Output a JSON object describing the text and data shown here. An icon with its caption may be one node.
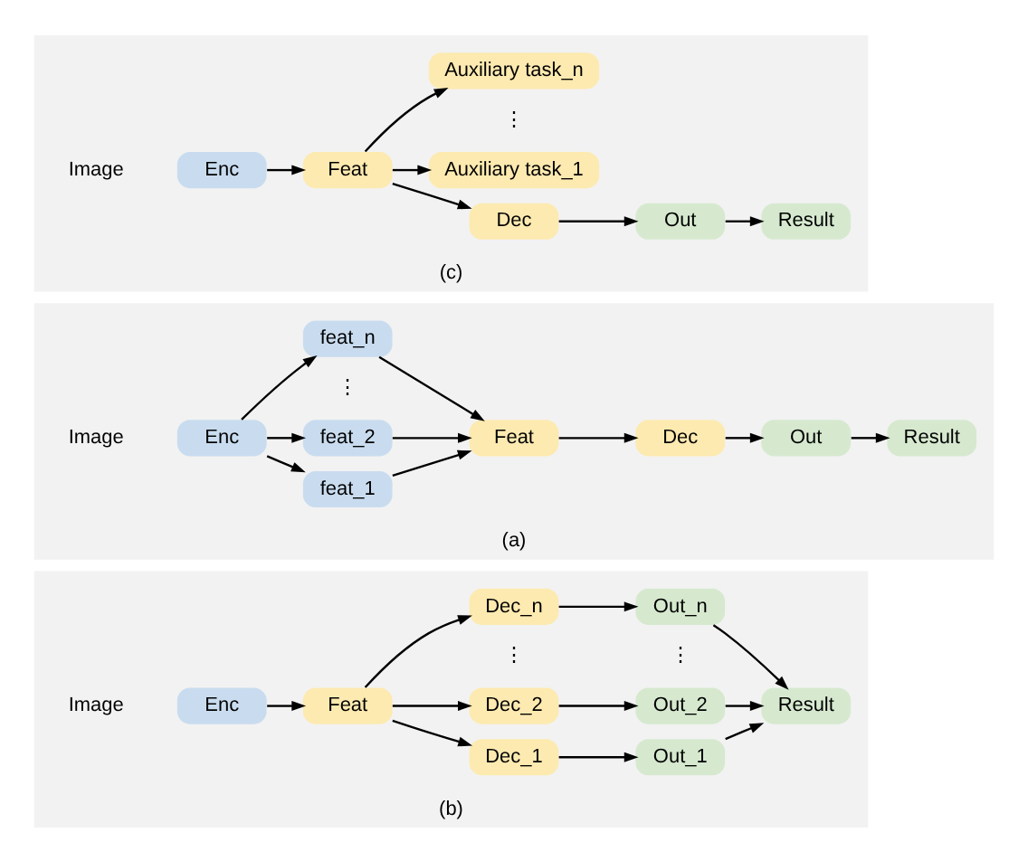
{
  "diagram": {
    "nodes": [
      {
        "text": [
          "(a)"
        ]
      },
      {
        "text": [
          "Image"
        ],
        "in": 0
      },
      {
        "text": [
          "Enc"
        ],
        "in": 0
      },
      {
        "text": [
          "feat_1"
        ],
        "in": 0
      },
      {
        "text": [
          "feat_2"
        ],
        "in": 0
      },
      {
        "text": [
          "feat_n"
        ],
        "in": 0
      },
      {
        "text": [
          "Feat"
        ],
        "in": 0
      },
      {
        "text": [
          "Dec"
        ],
        "in": 0
      },
      {
        "text": [
          "Out"
        ],
        "in": 0
      },
      {
        "text": [
          "Result"
        ],
        "in": 0
      },
      {
        "text": [
          "(b)"
        ]
      },
      {
        "text": [
          "Image"
        ],
        "in": 10
      },
      {
        "text": [
          "Enc"
        ],
        "in": 10
      },
      {
        "text": [
          "Feat"
        ],
        "in": 10
      },
      {
        "text": [
          "Dec_1"
        ],
        "in": 10
      },
      {
        "text": [
          "Dec_2"
        ],
        "in": 10
      },
      {
        "text": [
          "Dec_n"
        ],
        "in": 10
      },
      {
        "text": [
          "Out_1"
        ],
        "in": 10
      },
      {
        "text": [
          "Out_2"
        ],
        "in": 10
      },
      {
        "text": [
          "Out_n"
        ],
        "in": 10
      },
      {
        "text": [
          "Result"
        ],
        "in": 10
      },
      {
        "text": [
          "(c)"
        ]
      },
      {
        "text": [
          "Image"
        ],
        "in": 21
      },
      {
        "text": [
          "Enc"
        ],
        "in": 21
      },
      {
        "text": [
          "Feat"
        ],
        "in": 21
      },
      {
        "text": [
          "Dec"
        ],
        "in": 21
      },
      {
        "text": [
          "Out"
        ],
        "in": 21
      },
      {
        "text": [
          "Result"
        ],
        "in": 21
      },
      {
        "text": [
          "Auxiliary task_1"
        ],
        "in": 21
      },
      {
        "text": [
          "Auxiliary task_n"
        ],
        "in": 21
      }
    ],
    "edges": [
      {
        "from": 2,
        "to": 3,
        "arrow": "to"
      },
      {
        "from": 2,
        "to": 4,
        "arrow": "to"
      },
      {
        "from": 2,
        "to": 5,
        "arrow": "to"
      },
      {
        "from": 3,
        "to": 6,
        "arrow": "to"
      },
      {
        "from": 4,
        "to": 6,
        "arrow": "to"
      },
      {
        "from": 5,
        "to": 6,
        "arrow": "to"
      },
      {
        "from": 6,
        "to": 7,
        "arrow": "to"
      },
      {
        "from": 7,
        "to": 8,
        "arrow": "to"
      },
      {
        "from": 8,
        "to": 9,
        "arrow": "to"
      },
      {
        "from": 12,
        "to": 13,
        "arrow": "to"
      },
      {
        "from": 13,
        "to": 14,
        "arrow": "to"
      },
      {
        "from": 13,
        "to": 15,
        "arrow": "to"
      },
      {
        "from": 13,
        "to": 16,
        "arrow": "to"
      },
      {
        "from": 14,
        "to": 17,
        "arrow": "to"
      },
      {
        "from": 15,
        "to": 18,
        "arrow": "to"
      },
      {
        "from": 16,
        "to": 19,
        "arrow": "to"
      },
      {
        "from": 17,
        "to": 20,
        "arrow": "to"
      },
      {
        "from": 18,
        "to": 20,
        "arrow": "to"
      },
      {
        "from": 19,
        "to": 20,
        "arrow": "to"
      },
      {
        "from": 23,
        "to": 24,
        "arrow": "to"
      },
      {
        "from": 24,
        "to": 25,
        "arrow": "to"
      },
      {
        "from": 24,
        "to": 28,
        "arrow": "to"
      },
      {
        "from": 24,
        "to": 29,
        "arrow": "to"
      },
      {
        "from": 25,
        "to": 26,
        "arrow": "to"
      },
      {
        "from": 26,
        "to": 27,
        "arrow": "to"
      }
    ],
    "labels": [
      "⋮",
      "⋮",
      "⋮",
      "⋮"
    ]
  }
}
